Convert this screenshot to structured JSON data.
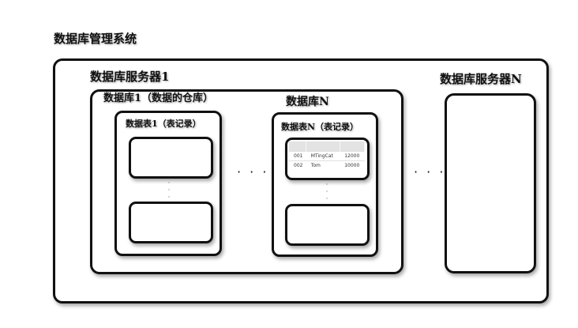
{
  "system": {
    "title": "数据库管理系统"
  },
  "server1": {
    "title": "数据库服务器1",
    "db1": {
      "title": "数据库1（数据的仓库）",
      "table1": {
        "title": "数据表1（表记录）"
      }
    },
    "dbN": {
      "title": "数据库N",
      "tableN": {
        "title": "数据表N（表记录）",
        "records": [
          [
            "001",
            "MTingCat",
            "12000"
          ],
          [
            "002",
            "Tom",
            "10000"
          ]
        ]
      }
    },
    "ellipsis": "· · ·"
  },
  "ellipsis_servers": "· · ·",
  "serverN": {
    "title": "数据库服务器N"
  },
  "colors": {
    "line": "#111111",
    "table_header": "#e3e3e3"
  }
}
